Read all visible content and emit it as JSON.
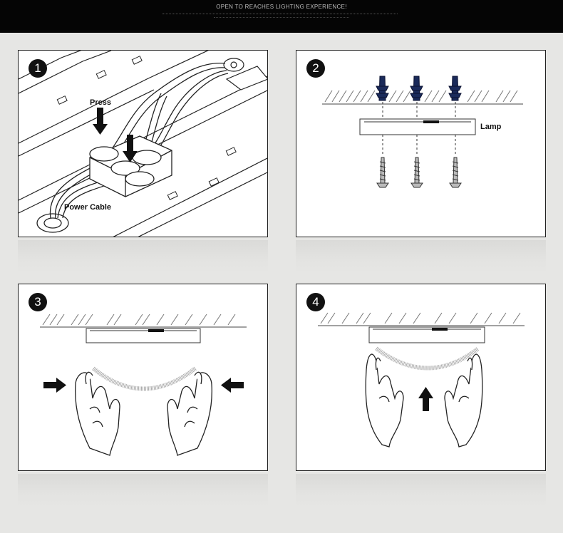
{
  "header": {
    "title": "OPEN TO REACHES LIGHTING EXPERIENCE!"
  },
  "steps": [
    {
      "number": "1",
      "labels": {
        "press": "Press",
        "power_cable": "Power Cable"
      }
    },
    {
      "number": "2",
      "labels": {
        "lamp": "Lamp"
      }
    },
    {
      "number": "3"
    },
    {
      "number": "4"
    }
  ],
  "colors": {
    "header_bg": "#050505",
    "page_bg": "#e6e6e4",
    "panel_bg": "#ffffff",
    "ink": "#111111",
    "anchor_blue": "#1a2a5a"
  }
}
